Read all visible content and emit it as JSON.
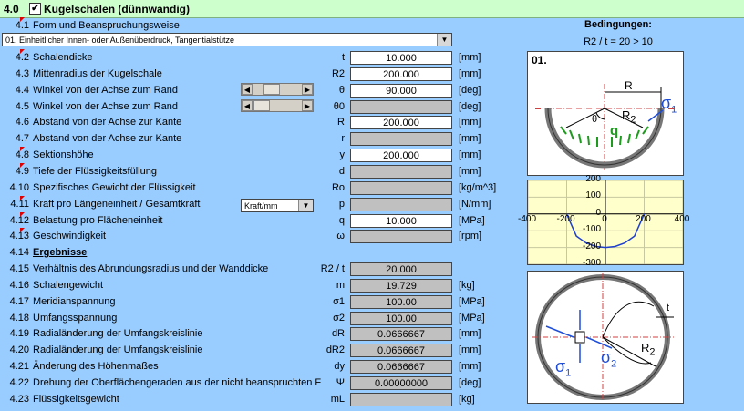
{
  "header": {
    "number": "4.0",
    "check": "✔",
    "title": "Kugelschalen (dünnwandig)"
  },
  "form_row": {
    "num": "4.1",
    "label": "Form und Beanspruchungsweise"
  },
  "form_select": {
    "value": "01. Einheitlicher Innen- oder Außenüberdruck, Tangentialstütze"
  },
  "kraft_select": {
    "value": "Kraft/mm"
  },
  "rows": [
    {
      "num": "4.2",
      "label": "Schalendicke",
      "sym": "t",
      "value": "10.000",
      "unit": "[mm]"
    },
    {
      "num": "4.3",
      "label": "Mittenradius der Kugelschale",
      "sym": "R2",
      "value": "200.000",
      "unit": "[mm]"
    },
    {
      "num": "4.4",
      "label": "Winkel von der Achse zum Rand",
      "sym": "θ",
      "value": "90.000",
      "unit": "[deg]"
    },
    {
      "num": "4.5",
      "label": "Winkel von der Achse zum Rand",
      "sym": "θ0",
      "value": "",
      "unit": "[deg]"
    },
    {
      "num": "4.6",
      "label": "Abstand von der Achse zur Kante",
      "sym": "R",
      "value": "200.000",
      "unit": "[mm]"
    },
    {
      "num": "4.7",
      "label": "Abstand von der Achse zur Kante",
      "sym": "r",
      "value": "",
      "unit": "[mm]"
    },
    {
      "num": "4.8",
      "label": "Sektionshöhe",
      "sym": "y",
      "value": "200.000",
      "unit": "[mm]"
    },
    {
      "num": "4.9",
      "label": "Tiefe der Flüssigkeitsfüllung",
      "sym": "d",
      "value": "",
      "unit": "[mm]"
    },
    {
      "num": "4.10",
      "label": "Spezifisches Gewicht der Flüssigkeit",
      "sym": "Ro",
      "value": "",
      "unit": "[kg/m^3]"
    },
    {
      "num": "4.11",
      "label": "Kraft pro Längeneinheit / Gesamtkraft",
      "sym": "p",
      "value": "",
      "unit": "[N/mm]"
    },
    {
      "num": "4.12",
      "label": "Belastung pro Flächeneinheit",
      "sym": "q",
      "value": "10.000",
      "unit": "[MPa]"
    },
    {
      "num": "4.13",
      "label": "Geschwindigkeit",
      "sym": "ω",
      "value": "",
      "unit": "[rpm]"
    },
    {
      "num": "4.14",
      "label": "Ergebnisse",
      "sym": "",
      "value": "",
      "unit": ""
    },
    {
      "num": "4.15",
      "label": "Verhältnis des Abrundungsradius und der Wanddicke",
      "sym": "R2 / t",
      "value": "20.000",
      "unit": ""
    },
    {
      "num": "4.16",
      "label": "Schalengewicht",
      "sym": "m",
      "value": "19.729",
      "unit": "[kg]"
    },
    {
      "num": "4.17",
      "label": "Meridianspannung",
      "sym": "σ1",
      "value": "100.00",
      "unit": "[MPa]"
    },
    {
      "num": "4.18",
      "label": "Umfangsspannung",
      "sym": "σ2",
      "value": "100.00",
      "unit": "[MPa]"
    },
    {
      "num": "4.19",
      "label": "Radialänderung der Umfangskreislinie",
      "sym": "dR",
      "value": "0.0666667",
      "unit": "[mm]"
    },
    {
      "num": "4.20",
      "label": "Radialänderung der Umfangskreislinie",
      "sym": "dR2",
      "value": "0.0666667",
      "unit": "[mm]"
    },
    {
      "num": "4.21",
      "label": "Änderung des Höhenmaßes",
      "sym": "dy",
      "value": "0.0666667",
      "unit": "[mm]"
    },
    {
      "num": "4.22",
      "label": "Drehung der Oberflächengeraden aus der nicht beanspruchten F",
      "sym": "Ψ",
      "value": "0.00000000",
      "unit": "[deg]"
    },
    {
      "num": "4.23",
      "label": "Flüssigkeitsgewicht",
      "sym": "mL",
      "value": "",
      "unit": "[kg]"
    }
  ],
  "conditions": {
    "title": "Bedingungen:",
    "text": "R2 / t = 20 > 10"
  },
  "diagram1": {
    "label": "01.",
    "r": "R",
    "r2": "R",
    "r2_sub": "2",
    "theta": "θ",
    "q": "q",
    "sigma": "σ",
    "sigma_sub": "1"
  },
  "diagram2": {
    "t": "t",
    "r2": "R",
    "r2_sub": "2",
    "sigma": "σ",
    "s1_sub": "1",
    "s2_sub": "2"
  },
  "chart_data": {
    "type": "line",
    "x_ticks": [
      "-400",
      "-200",
      "0",
      "200",
      "400"
    ],
    "y_ticks": [
      "200",
      "100",
      "0",
      "-100",
      "-200",
      "-300"
    ],
    "xlim": [
      -400,
      400
    ],
    "ylim": [
      -300,
      200
    ],
    "series": [
      {
        "x": [
          -200,
          -150,
          -100,
          -50,
          0,
          50,
          100,
          150,
          200
        ],
        "y": [
          0,
          -132,
          -173,
          -194,
          -200,
          -194,
          -173,
          -132,
          0
        ]
      }
    ]
  }
}
